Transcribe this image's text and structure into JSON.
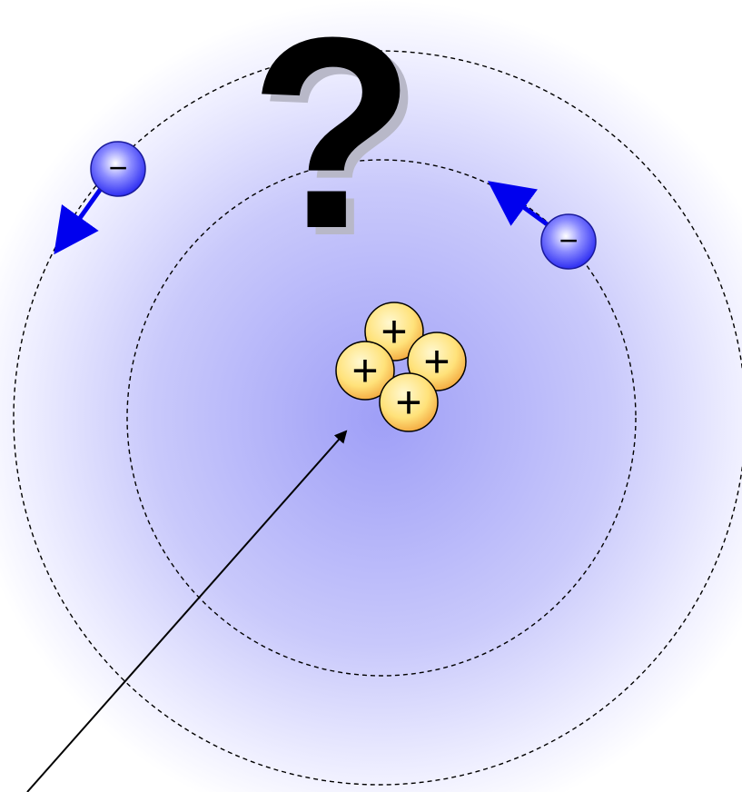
{
  "diagram": {
    "nucleus": {
      "protons": [
        {
          "charge_symbol": "+"
        },
        {
          "charge_symbol": "+"
        },
        {
          "charge_symbol": "+"
        },
        {
          "charge_symbol": "+"
        }
      ],
      "proton_fill": "#ffe27a",
      "proton_edge": "#000000"
    },
    "electrons": [
      {
        "charge_symbol": "−",
        "orbit": "outer",
        "arrow_direction": "down-left"
      },
      {
        "charge_symbol": "−",
        "orbit": "inner",
        "arrow_direction": "up-left"
      }
    ],
    "orbits": [
      {
        "name": "inner",
        "style": "dashed"
      },
      {
        "name": "outer",
        "style": "dashed"
      }
    ],
    "question_mark": "?",
    "colors": {
      "electron_fill": "#3b3bff",
      "arrow": "#0000ee",
      "glow": "#aaaaff",
      "orbit_line": "#000000"
    }
  }
}
